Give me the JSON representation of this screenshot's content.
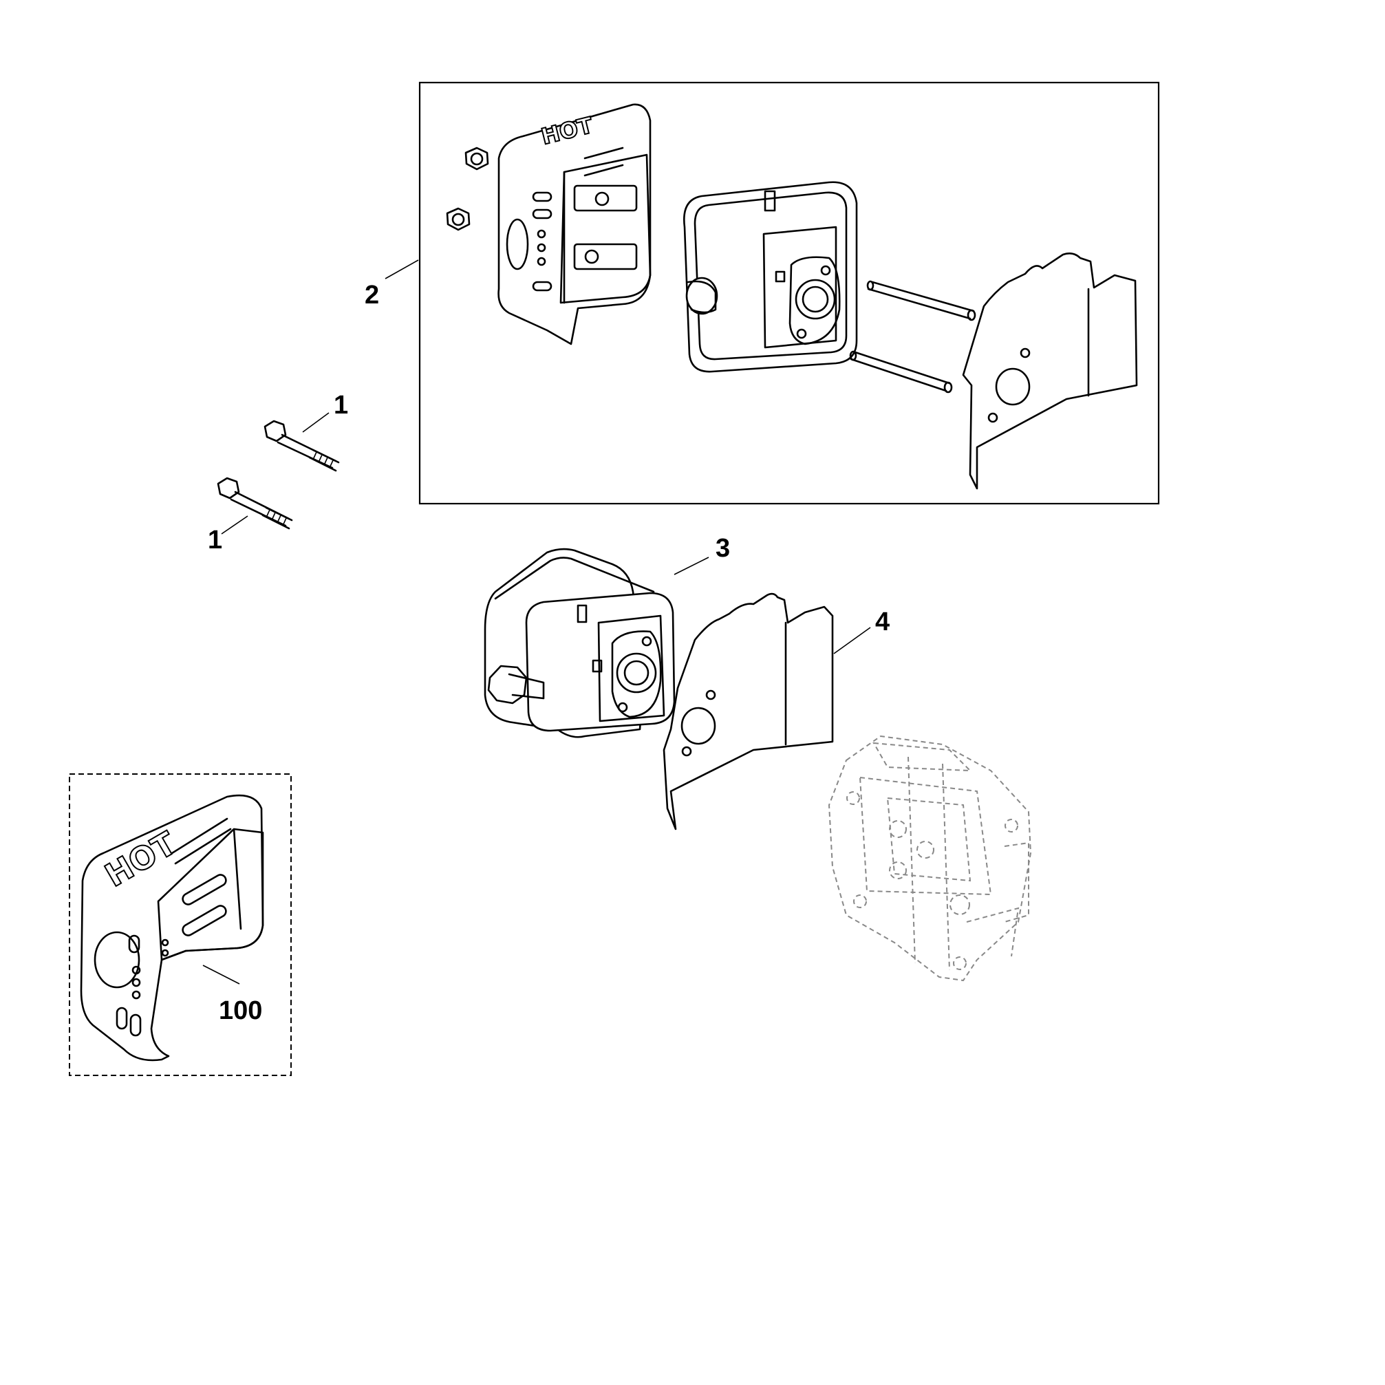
{
  "diagram": {
    "callouts": [
      {
        "id": "bolt-upper",
        "label": "1"
      },
      {
        "id": "bolt-lower",
        "label": "1"
      },
      {
        "id": "muffler-kit",
        "label": "2"
      },
      {
        "id": "muffler",
        "label": "3"
      },
      {
        "id": "gasket",
        "label": "4"
      },
      {
        "id": "heat-shield",
        "label": "100"
      }
    ],
    "heat_shield_lettering": "HOT"
  }
}
